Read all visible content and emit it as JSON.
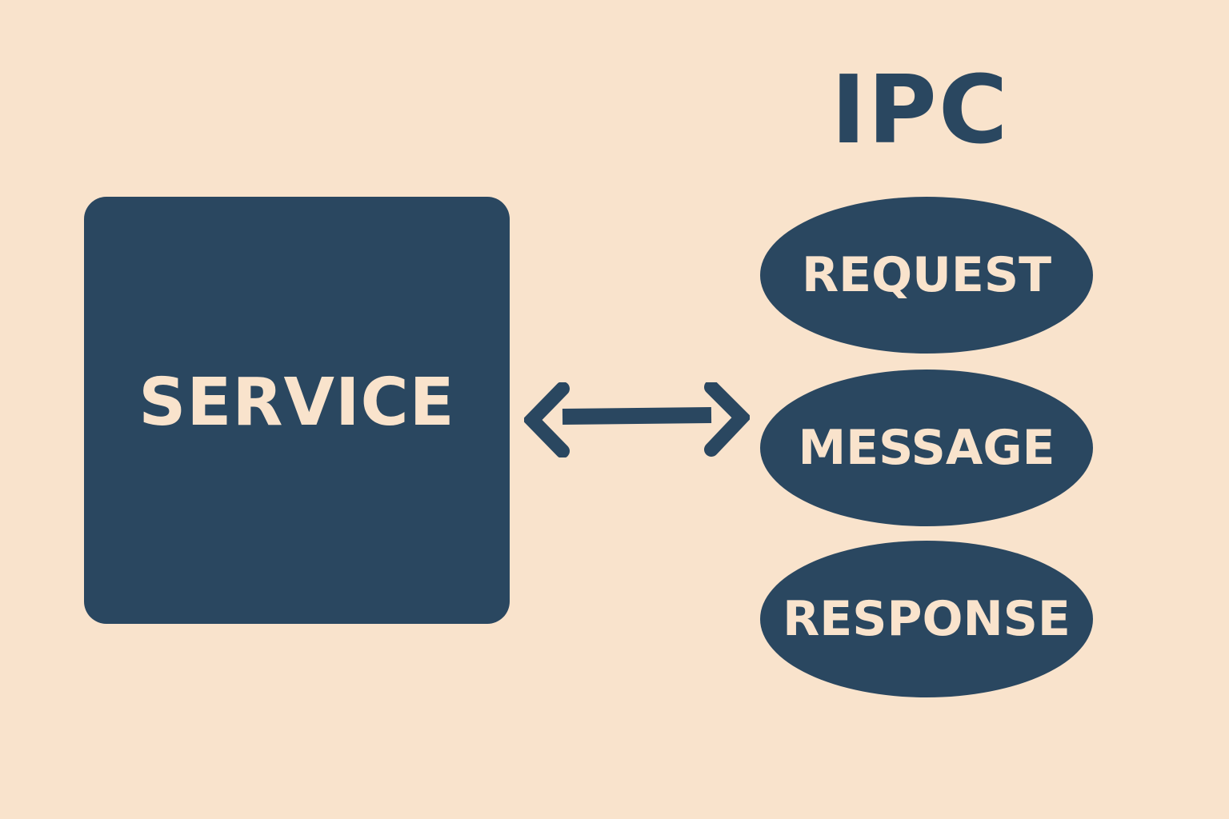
{
  "diagram": {
    "title": "IPC",
    "service": {
      "label": "SERVICE"
    },
    "connector": {
      "type": "bidirectional-arrow"
    },
    "ipc_items": [
      {
        "label": "REQUEST"
      },
      {
        "label": "MESSAGE"
      },
      {
        "label": "RESPONSE"
      }
    ]
  },
  "colors": {
    "background": "#f9e3cc",
    "primary": "#2a4760",
    "text_on_primary": "#f9e3cc"
  }
}
